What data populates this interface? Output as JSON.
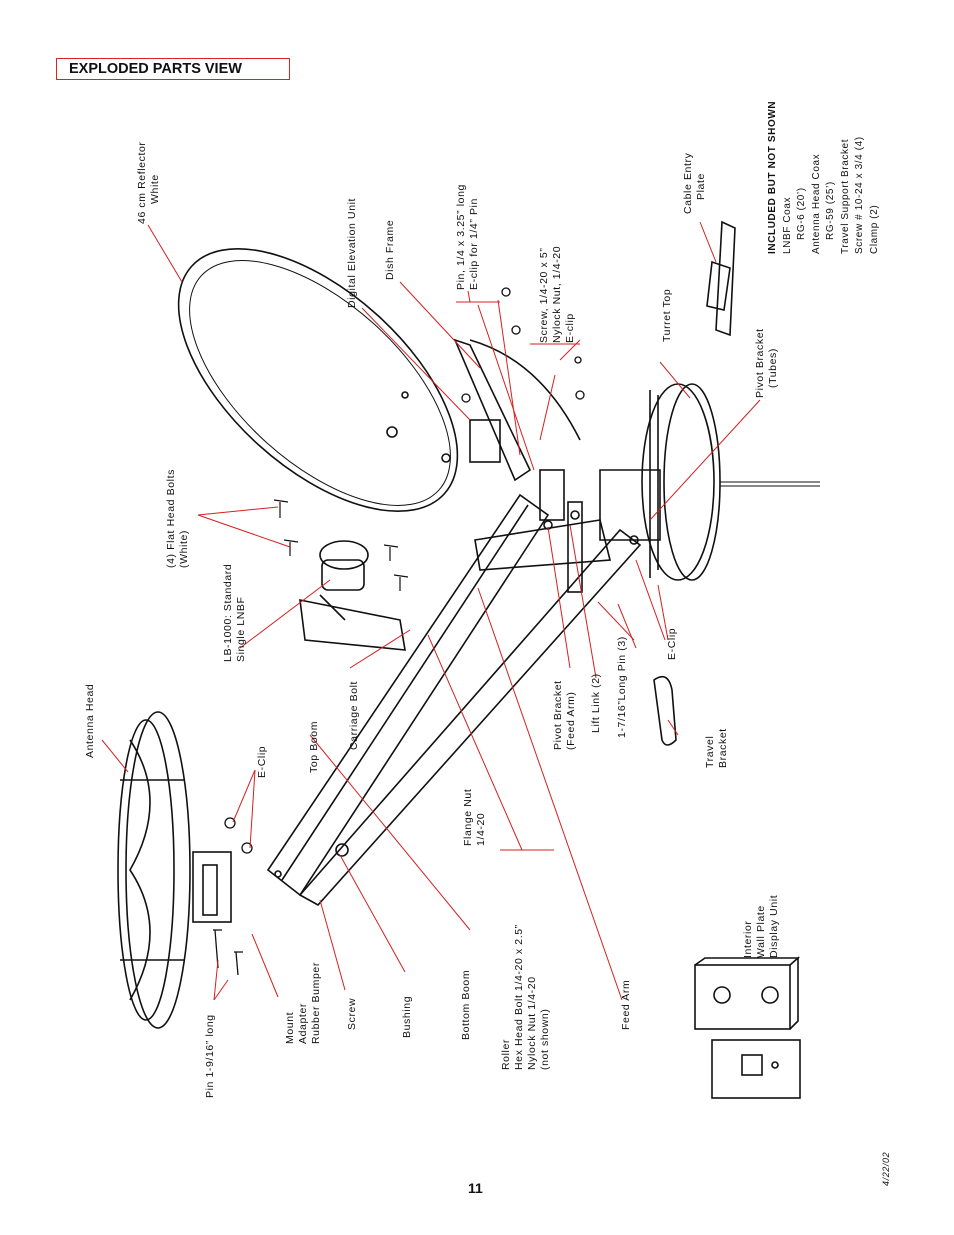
{
  "header": {
    "title": "EXPLODED PARTS VIEW"
  },
  "labels": {
    "reflector": [
      "46 cm Reflector",
      "White"
    ],
    "antenna_head": [
      "Antenna Head"
    ],
    "pin_long": [
      "Pin 1-9/16” long"
    ],
    "eclip_left": [
      "E-Clip"
    ],
    "mount_adapter": [
      "Mount",
      "Adapter",
      "Rubber Bumper"
    ],
    "screw": [
      "Screw"
    ],
    "bushing": [
      "Bushing"
    ],
    "bottom_boom": [
      "Bottom Boom"
    ],
    "top_boom": [
      "Top Boom"
    ],
    "carriage_bolt": [
      "Carriage Bolt"
    ],
    "lnbf": [
      "LB-1000: Standard",
      "Single LNBF"
    ],
    "flat_head_bolts": [
      "(4) Flat Head Bolts",
      "(White)"
    ],
    "flange_nut": [
      "Flange Nut",
      "1/4-20"
    ],
    "roller": [
      "Roller",
      "Hex Head Bolt 1/4-20 x 2.5”",
      "Nylock Nut 1/4-20",
      "(not  shown)"
    ],
    "feed_arm": [
      "Feed Arm"
    ],
    "pivot_feed": [
      "Pivot Bracket",
      "(Feed Arm)"
    ],
    "lift_link": [
      "Lift Link (2)"
    ],
    "long_pin": [
      "1-7/16”Long Pin (3)"
    ],
    "eclip_right": [
      "E-Clip"
    ],
    "travel_bracket": [
      "Travel",
      "Bracket"
    ],
    "interior_plate": [
      "Interior",
      "Wall Plate",
      "Display Unit"
    ],
    "digital_elevation": [
      "Digital Elevation Unit"
    ],
    "dish_frame": [
      "Dish Frame"
    ],
    "pin_325": [
      "Pin, 1/4 x 3.25” long",
      "E-clip for 1/4” Pin"
    ],
    "screw_nylock": [
      "Screw,  1/4-20  x  5”",
      "Nylock Nut, 1/4-20",
      "E-clip"
    ],
    "turret_top": [
      "Turret Top"
    ],
    "pivot_tubes": [
      "Pivot Bracket",
      "(Tubes)"
    ],
    "cable_entry": [
      "Cable Entry",
      "Plate"
    ],
    "included": [
      "INCLUDED BUT NOT SHOWN",
      "LNBF Coax",
      "RG-6 (20’)",
      "Antenna Head Coax",
      "RG-59 (25’)",
      "Travel Support Bracket",
      "Screw # 10-24 x 3/4 (4)",
      "Clamp (2)"
    ]
  },
  "footer": {
    "page": "11",
    "date": "4/22/02"
  },
  "colors": {
    "leader": "#d42020",
    "frame": "#d42020",
    "ink": "#111111"
  }
}
